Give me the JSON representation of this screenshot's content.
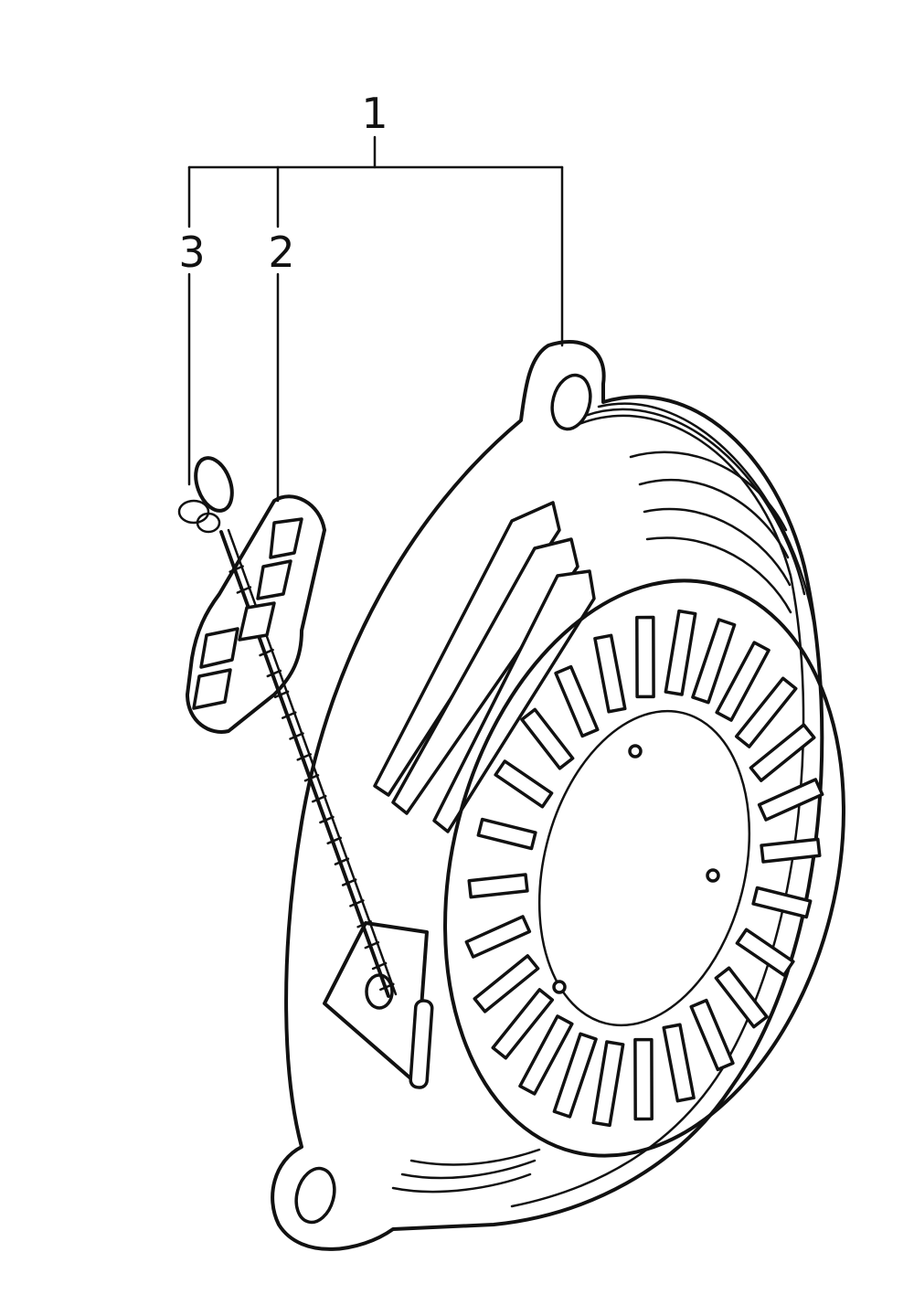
{
  "callouts": [
    {
      "id": "1",
      "label": "1"
    },
    {
      "id": "2",
      "label": "2"
    },
    {
      "id": "3",
      "label": "3"
    }
  ],
  "colors": {
    "ink": "#111111",
    "paper": "#ffffff"
  }
}
